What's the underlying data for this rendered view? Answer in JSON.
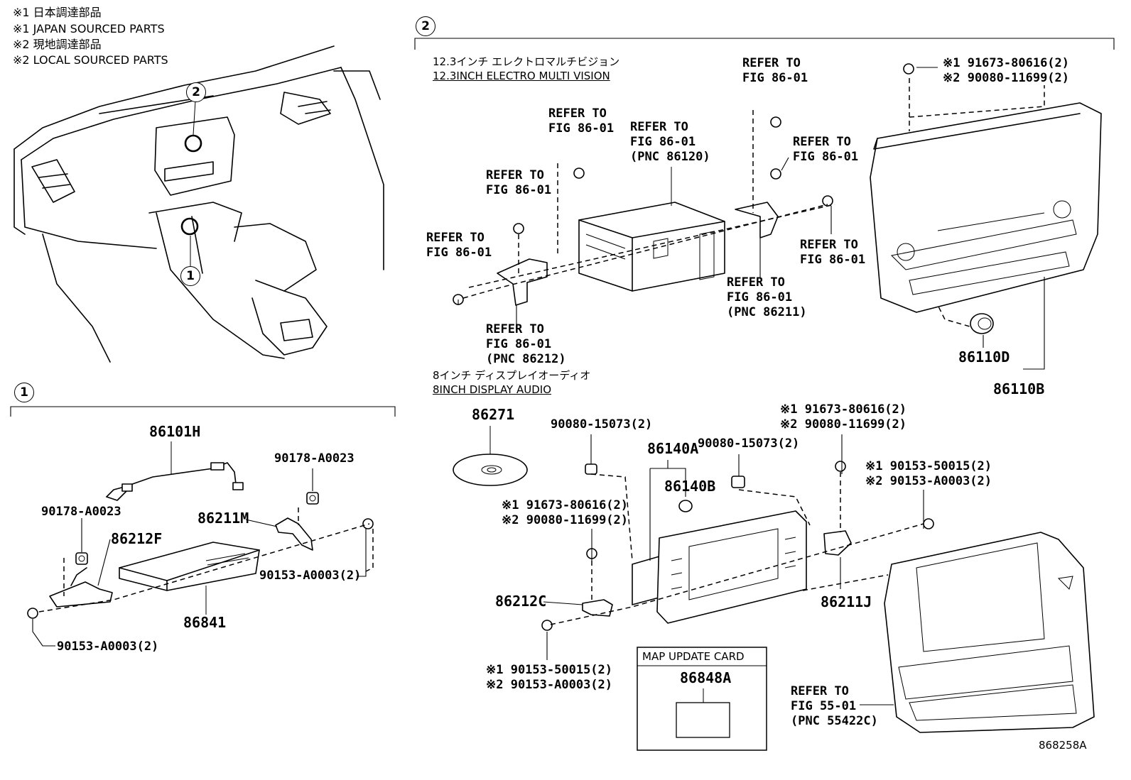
{
  "legend": {
    "line1": "※1 日本調達部品",
    "line2": "※1 JAPAN SOURCED PARTS",
    "line3": "※2 現地調達部品",
    "line4": "※2 LOCAL SOURCED PARTS"
  },
  "callouts": {
    "one": "1",
    "two": "2"
  },
  "section_electro": {
    "title_jp": "12.3インチ エレクトロマルチビジョン",
    "title_en": "12.3INCH ELECTRO MULTI VISION"
  },
  "section_display": {
    "title_jp": "8インチ ディスプレイオーディオ",
    "title_en": "8INCH DISPLAY AUDIO"
  },
  "refs": {
    "r1": "REFER TO\nFIG 86-01",
    "r2": "REFER TO\nFIG 86-01\n(PNC 86120)",
    "r3": "REFER TO\nFIG 86-01",
    "r4": "REFER TO\nFIG 86-01",
    "r5": "REFER TO\nFIG 86-01",
    "r6": "REFER TO\nFIG 86-01",
    "r7": "REFER TO\nFIG 86-01",
    "r8": "REFER TO\nFIG 86-01\n(PNC 86211)",
    "r9": "REFER TO\nFIG 86-01\n(PNC 86212)",
    "r10": "REFER TO\nFIG 55-01\n(PNC 55422C)"
  },
  "parts": {
    "p86110D": "86110D",
    "p86110B": "86110B",
    "p86101H": "86101H",
    "p86211M": "86211M",
    "p86212F": "86212F",
    "p86841": "86841",
    "p86271": "86271",
    "p86140A": "86140A",
    "p86140B": "86140B",
    "p86212C": "86212C",
    "p86211J": "86211J",
    "p86848A": "86848A",
    "q90178a": "90178-A0023",
    "q90178b": "90178-A0023",
    "q90153a": "90153-A0003(2)",
    "q90153b": "90153-A0003(2)",
    "q15073a": "90080-15073(2)",
    "q15073b": "90080-15073(2)"
  },
  "dual_notes": {
    "top_right": [
      "※1 91673-80616(2)",
      "※2 90080-11699(2)"
    ],
    "mid_right": [
      "※1 91673-80616(2)",
      "※2 90080-11699(2)"
    ],
    "clip_right": [
      "※1 90153-50015(2)",
      "※2 90153-A0003(2)"
    ],
    "mid_left": [
      "※1 91673-80616(2)",
      "※2 90080-11699(2)"
    ],
    "bottom_left": [
      "※1 90153-50015(2)",
      "※2 90153-A0003(2)"
    ]
  },
  "map_card": {
    "title": "MAP UPDATE CARD",
    "part": "86848A"
  },
  "drawing_id": "868258A"
}
